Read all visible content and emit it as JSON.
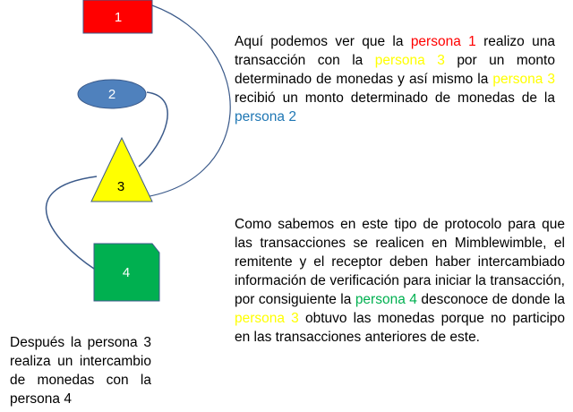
{
  "colors": {
    "red": "#ff0000",
    "yellow": "#ffff00",
    "blue": "#1f77b4",
    "green": "#00b050",
    "shape_red": "#ff0000",
    "shape_blue": "#4f81bd",
    "shape_yellow": "#ffff00",
    "shape_green": "#00b050",
    "connector": "#3b5a8a"
  },
  "shapes": {
    "p1": {
      "label": "1",
      "kind": "rectangle"
    },
    "p2": {
      "label": "2",
      "kind": "ellipse"
    },
    "p3": {
      "label": "3",
      "kind": "triangle"
    },
    "p4": {
      "label": "4",
      "kind": "snipped-square"
    }
  },
  "paragraph1": {
    "t1": "Aquí podemos ver que la ",
    "t2": "persona 1",
    "t3": " realizo una transacción con la ",
    "t4": "persona 3",
    "t5": " por un monto determinado de monedas y así mismo la ",
    "t6": "persona 3",
    "t7": " recibió un monto determinado de monedas de la ",
    "t8": "persona 2"
  },
  "paragraph2": {
    "t1": "Como sabemos en este tipo de protocolo para que las transacciones se realicen en Mimblewimble, el remitente y el receptor deben haber intercambiado información de verificación para iniciar la transacción, por consiguiente la ",
    "t2": "persona 4",
    "t3": " desconoce de donde la ",
    "t4": "persona 3",
    "t5": " obtuvo las monedas porque no participo en las transacciones anteriores de este."
  },
  "paragraph3": {
    "text": "Después la persona 3 realiza un intercambio de monedas con la persona 4"
  }
}
